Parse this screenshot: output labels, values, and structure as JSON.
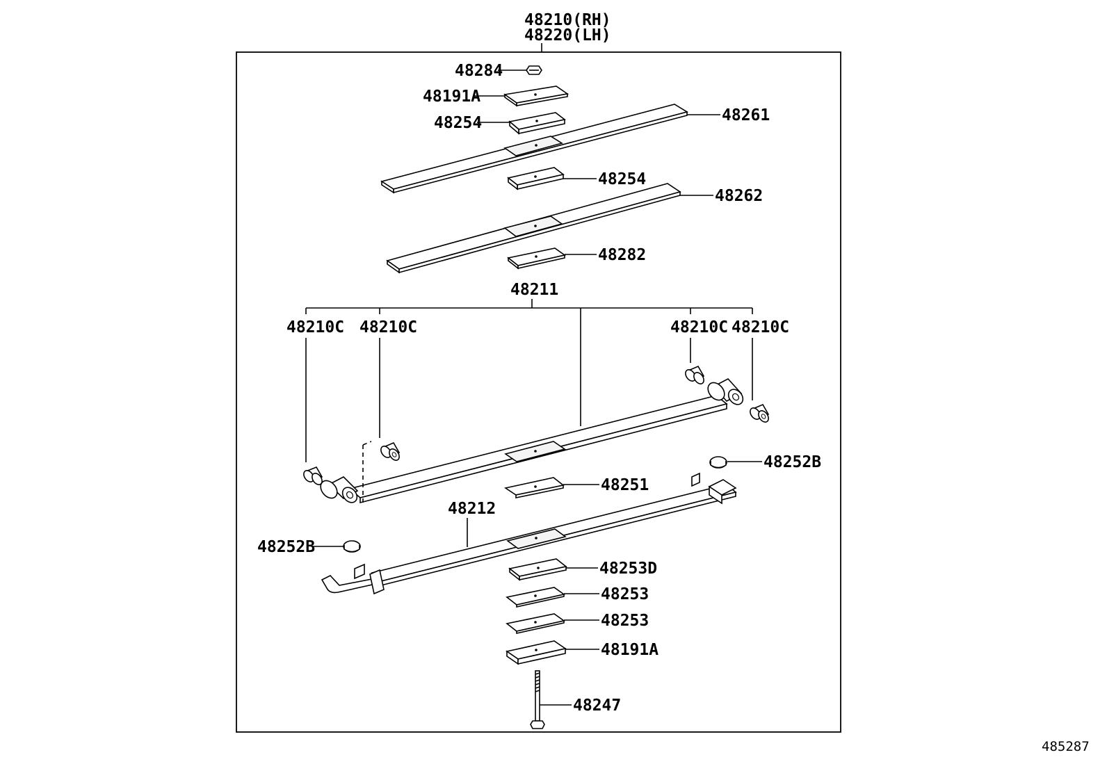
{
  "header": {
    "assembly_rh": "48210(RH)",
    "assembly_lh": "48220(LH)"
  },
  "parts": {
    "p48284": "48284",
    "p48191A_top": "48191A",
    "p48254_top": "48254",
    "p48261": "48261",
    "p48254_mid": "48254",
    "p48262": "48262",
    "p48282": "48282",
    "p48211": "48211",
    "p48210C_1": "48210C",
    "p48210C_2": "48210C",
    "p48210C_3": "48210C",
    "p48210C_4": "48210C",
    "p48252B_right": "48252B",
    "p48251": "48251",
    "p48212": "48212",
    "p48252B_left": "48252B",
    "p48253D": "48253D",
    "p48253_a": "48253",
    "p48253_b": "48253",
    "p48191A_bottom": "48191A",
    "p48247": "48247"
  },
  "footer": {
    "reference_code": "485287"
  },
  "colors": {
    "line": "#000000",
    "background": "#ffffff"
  }
}
